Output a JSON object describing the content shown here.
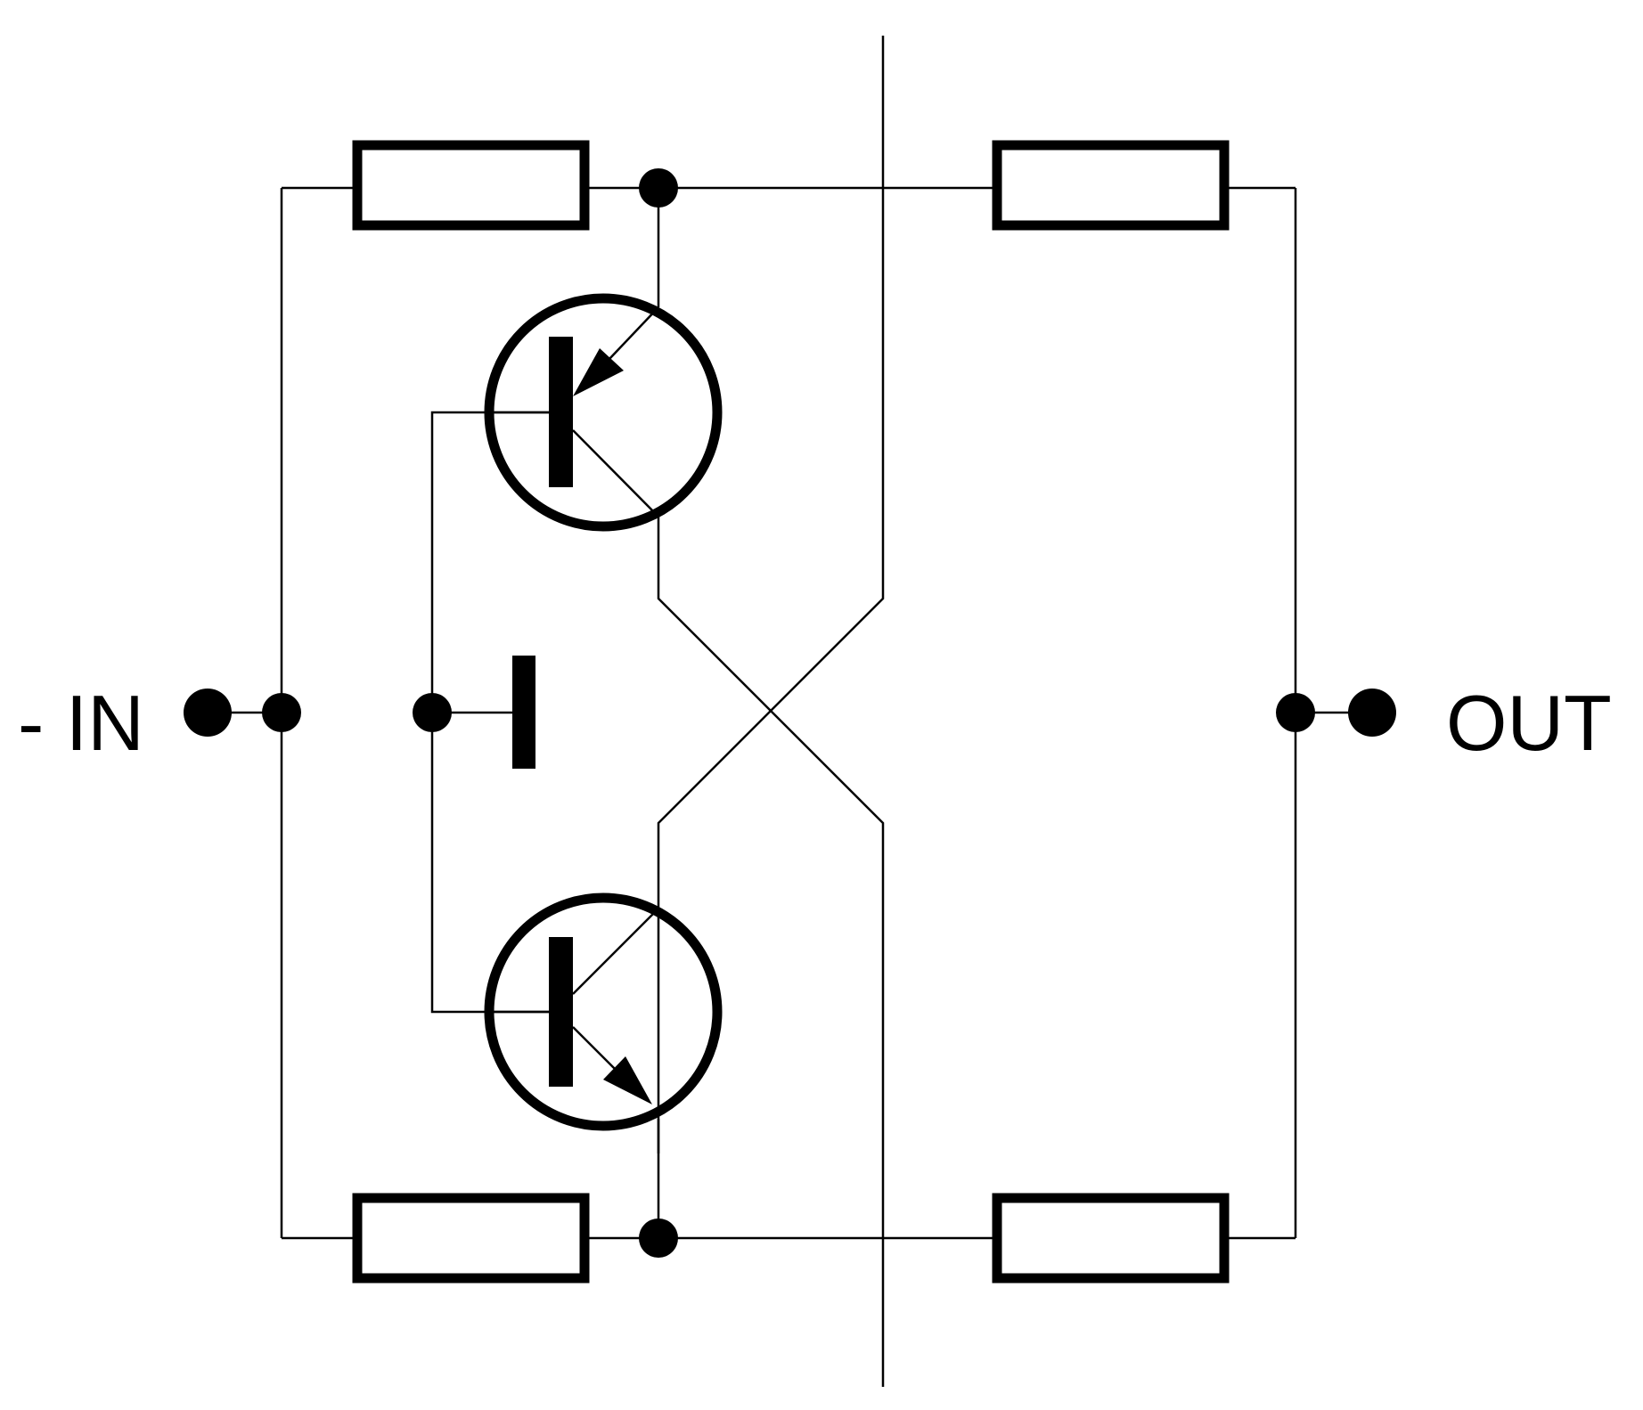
{
  "diagram": {
    "labels": {
      "input": "- IN",
      "output": "OUT"
    },
    "colors": {
      "ink": "#000000",
      "background": "#ffffff"
    },
    "components": {
      "resistors": [
        "top-left",
        "bottom-left",
        "top-right",
        "bottom-right"
      ],
      "transistors": [
        "top-pnp",
        "bottom-npn"
      ],
      "plate": [
        "bias-plate"
      ]
    }
  }
}
